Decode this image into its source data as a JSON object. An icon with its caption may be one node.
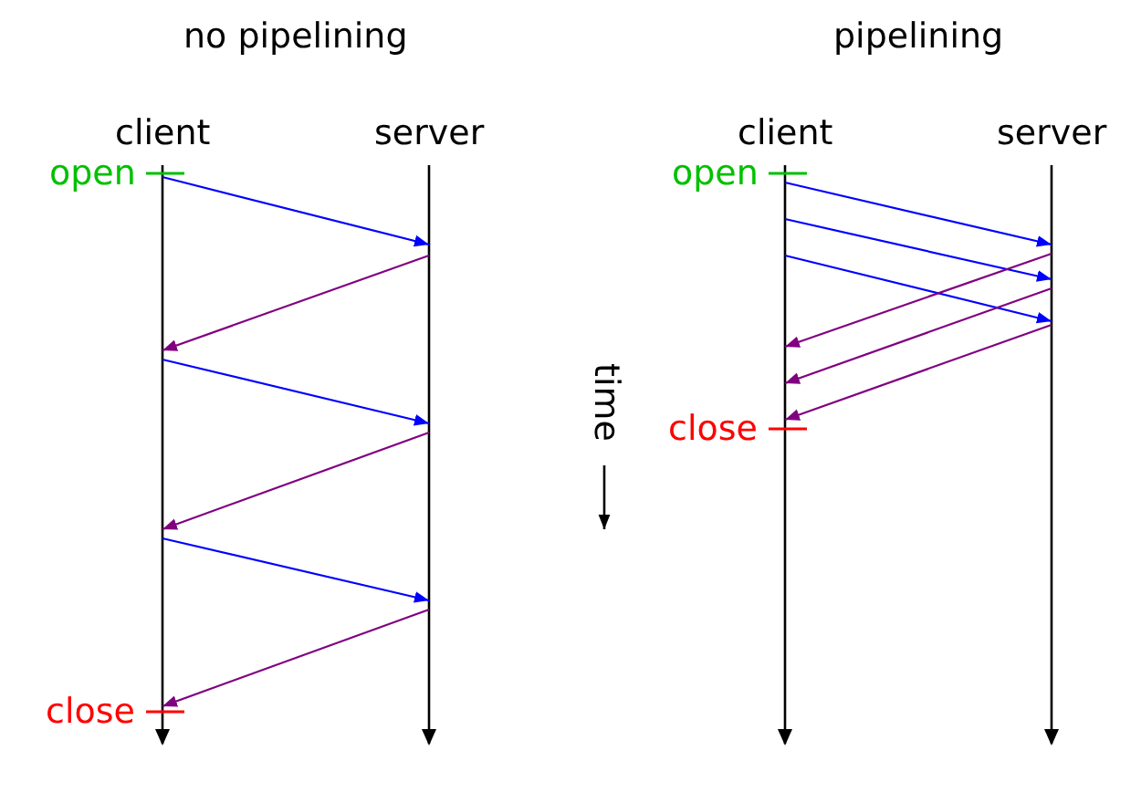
{
  "diagram": {
    "nodes": [
      {
        "text": [
          "client"
        ]
      },
      {
        "text": [
          "server"
        ]
      },
      {
        "text": [
          "client"
        ]
      },
      {
        "text": [
          "server"
        ]
      }
    ],
    "edges": [
      {
        "from": 0,
        "to": 1,
        "arrow": "to",
        "color": "#0000ff"
      },
      {
        "from": 1,
        "to": 0,
        "arrow": "to",
        "color": "#800080"
      },
      {
        "from": 0,
        "to": 1,
        "arrow": "to",
        "color": "#0000ff"
      },
      {
        "from": 1,
        "to": 0,
        "arrow": "to",
        "color": "#800080"
      },
      {
        "from": 0,
        "to": 1,
        "arrow": "to",
        "color": "#0000ff"
      },
      {
        "from": 1,
        "to": 0,
        "arrow": "to",
        "color": "#800080"
      },
      {
        "from": 2,
        "to": 3,
        "arrow": "to",
        "color": "#0000ff"
      },
      {
        "from": 2,
        "to": 3,
        "arrow": "to",
        "color": "#0000ff"
      },
      {
        "from": 2,
        "to": 3,
        "arrow": "to",
        "color": "#0000ff"
      },
      {
        "from": 3,
        "to": 2,
        "arrow": "to",
        "color": "#800080"
      },
      {
        "from": 3,
        "to": 2,
        "arrow": "to",
        "color": "#800080"
      },
      {
        "from": 3,
        "to": 2,
        "arrow": "to",
        "color": "#800080"
      }
    ],
    "labels": [
      "no pipelining",
      "pipelining",
      "open",
      "open",
      "time",
      "close",
      "close"
    ]
  }
}
